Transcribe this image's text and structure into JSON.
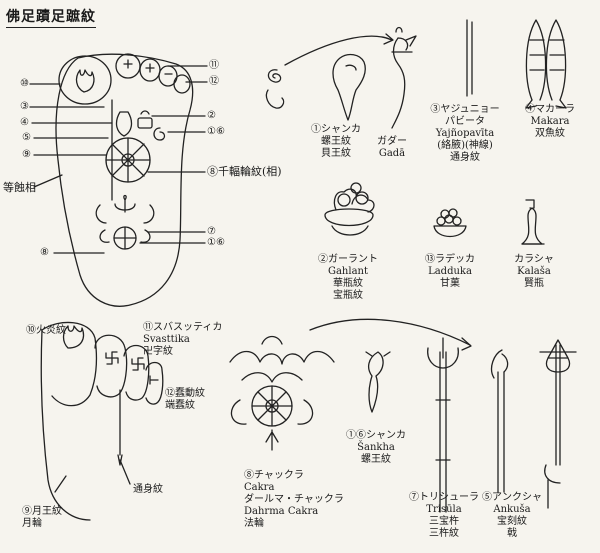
{
  "title": "佛足蹟足蹠紋",
  "foot_markers": [
    "⑩",
    "③",
    "④",
    "⑤",
    "⑨",
    "⑪",
    "⑫",
    "②",
    "①⑥",
    "⑦",
    "①⑥",
    "⑧"
  ],
  "labels": {
    "dharma_wheel_main": "⑧千輻輪紋(相)",
    "flat_sole": "等蝕相",
    "shankha_1": [
      "①シャンカ",
      "螺王紋",
      "貝王紋"
    ],
    "gada": [
      "ガダー",
      "Gadā"
    ],
    "yajnopavita": [
      "③ヤジュニョー",
      "パビータ",
      "Yajñopavīta",
      "(絡腋)(神線)",
      "通身紋"
    ],
    "makara": [
      "④マカーラ",
      "Makara",
      "双魚紋"
    ],
    "gahlant": [
      "②ガーラント",
      "Gahlant",
      "華瓶紋",
      "宝瓶紋"
    ],
    "ladduka": [
      "⑬ラデッカ",
      "Ladduka",
      "甘菓"
    ],
    "kalasha": [
      "カラシャ",
      "Kalaša",
      "賢瓶"
    ],
    "flame": "⑩火炎紋",
    "svastika": [
      "⑪スバスッティカ",
      "Svasttika",
      "卍字紋"
    ],
    "nehan": [
      "⑫蠢動紋",
      "端蠢紋"
    ],
    "moon_king": [
      "⑨月王紋",
      "月輪"
    ],
    "through_body": "通身紋",
    "cakra": [
      "⑧チャックラ",
      "Cakra",
      "ダールマ・チャックラ",
      "Dahrma Cakra",
      "法輪"
    ],
    "shankha_2": [
      "①⑥シャンカ",
      "Šankha",
      "螺王紋"
    ],
    "trishula": [
      "⑦トリシューラ",
      "Trisūla",
      "三宝杵",
      "三杵紋"
    ],
    "ankusha": [
      "⑤アンクシャ",
      "Ankuša",
      "宝刻紋",
      "戟"
    ]
  }
}
